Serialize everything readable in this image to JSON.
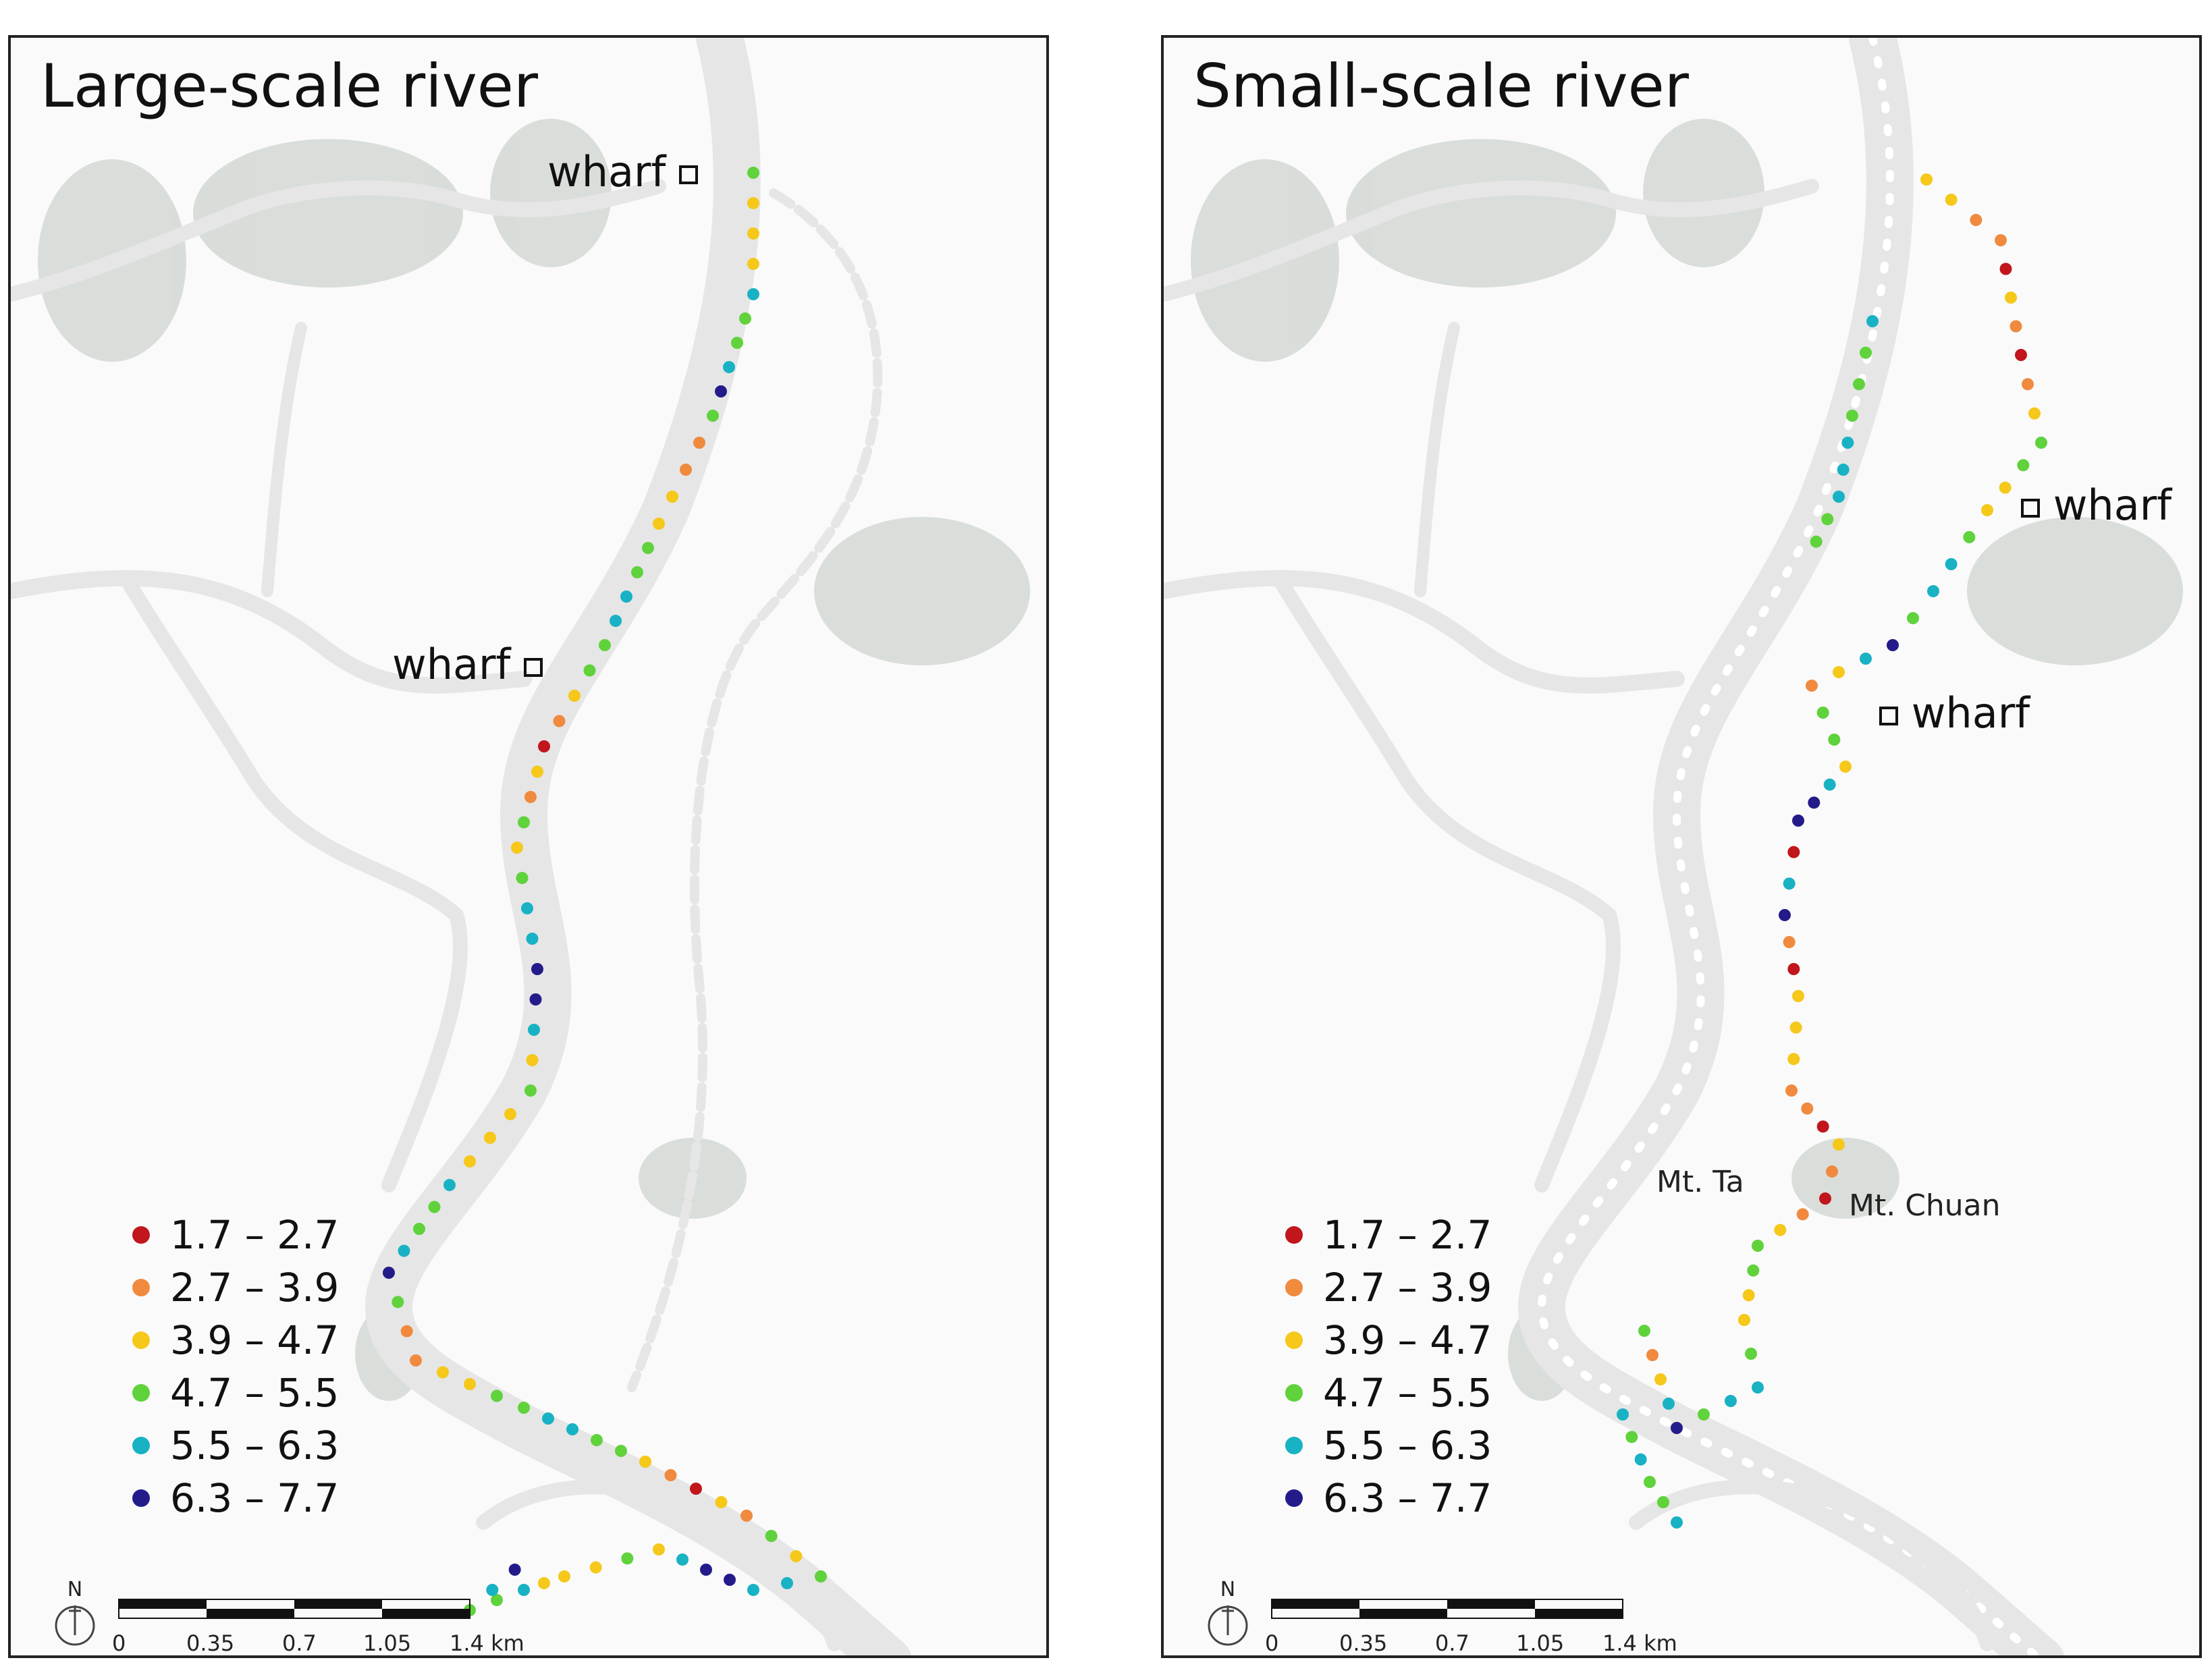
{
  "panels": [
    {
      "title": "Large-scale river",
      "wharf_label": "wharf",
      "places": []
    },
    {
      "title": "Small-scale river",
      "wharf_label": "wharf",
      "places": [
        "Mt. Ta",
        "Mt. Chuan"
      ]
    }
  ],
  "legend": {
    "classes": [
      {
        "label": "1.7 – 2.7",
        "color": "#c0161c"
      },
      {
        "label": "2.7 – 3.9",
        "color": "#f08a3e"
      },
      {
        "label": "3.9 – 4.7",
        "color": "#f5c81a"
      },
      {
        "label": "4.7 – 5.5",
        "color": "#5fd23c"
      },
      {
        "label": "5.5 – 6.3",
        "color": "#18b2c4"
      },
      {
        "label": "6.3 – 7.7",
        "color": "#241b8a"
      }
    ]
  },
  "scale": {
    "ticks": [
      "0",
      "0.35",
      "0.7",
      "1.05",
      "1.4 km"
    ]
  },
  "north_label": "N",
  "colors": {
    "river": "#e3e3e3",
    "water_body": "#c6ccc6",
    "frame": "#222222"
  },
  "icons": [
    "north-arrow-icon",
    "wharf-square-icon"
  ]
}
